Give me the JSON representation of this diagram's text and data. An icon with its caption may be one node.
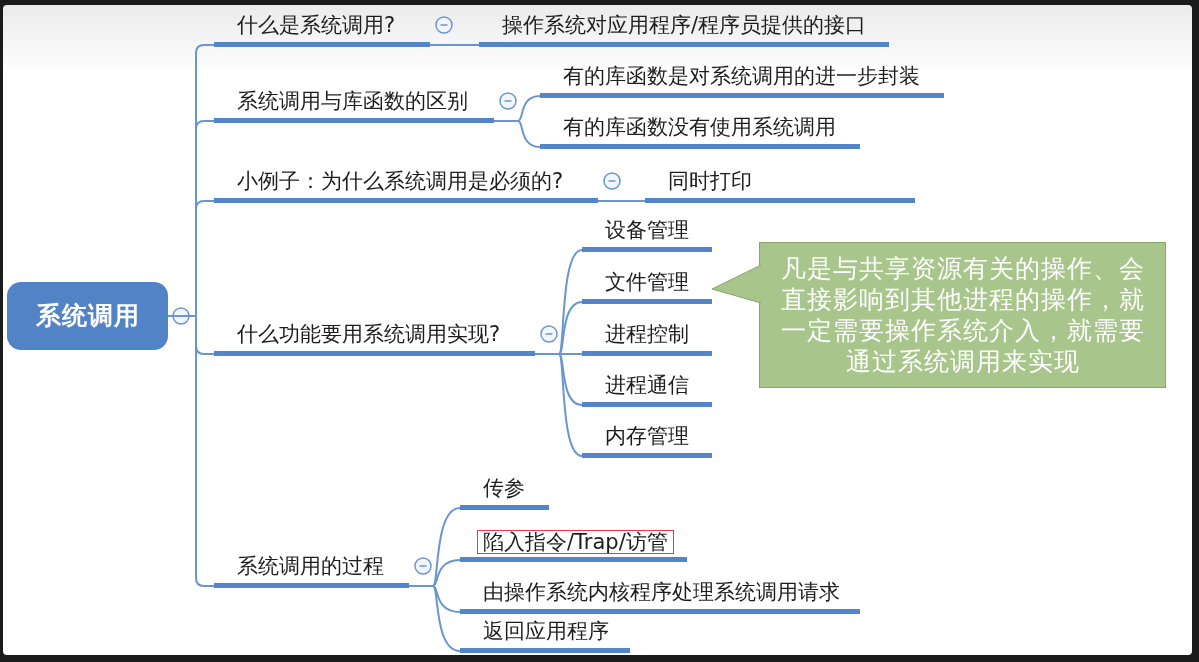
{
  "diagram": {
    "nodes": [
      {
        "text": [
          "系统调用"
        ]
      },
      {
        "text": [
          "什么是系统调用?"
        ]
      },
      {
        "text": [
          "操作系统对应用程序/程序员提供的接口"
        ]
      },
      {
        "text": [
          "系统调用与库函数的区别"
        ]
      },
      {
        "text": [
          "有的库函数是对系统调用的进一步封装"
        ]
      },
      {
        "text": [
          "有的库函数没有使用系统调用"
        ]
      },
      {
        "text": [
          "小例子：为什么系统调用是必须的?"
        ]
      },
      {
        "text": [
          "同时打印"
        ]
      },
      {
        "text": [
          "什么功能要用系统调用实现?"
        ]
      },
      {
        "text": [
          "设备管理"
        ]
      },
      {
        "text": [
          "文件管理"
        ]
      },
      {
        "text": [
          "进程控制"
        ]
      },
      {
        "text": [
          "进程通信"
        ]
      },
      {
        "text": [
          "内存管理"
        ]
      },
      {
        "text": [
          "凡是与共享资源有关的操作、会直接影响到其他进程的操作，就一定需要操作系统介入，就需要通过系统调用来实现"
        ]
      },
      {
        "text": [
          "系统调用的过程"
        ]
      },
      {
        "text": [
          "传参"
        ]
      },
      {
        "text": [
          "陷入指令/Trap/访管"
        ]
      },
      {
        "text": [
          "由操作系统内核程序处理系统调用请求"
        ]
      },
      {
        "text": [
          "返回应用程序"
        ]
      }
    ],
    "edges": [
      {
        "from": 0,
        "to": 1,
        "arrow": "none"
      },
      {
        "from": 0,
        "to": 3,
        "arrow": "none"
      },
      {
        "from": 0,
        "to": 6,
        "arrow": "none"
      },
      {
        "from": 0,
        "to": 8,
        "arrow": "none"
      },
      {
        "from": 0,
        "to": 15,
        "arrow": "none"
      },
      {
        "from": 1,
        "to": 2,
        "arrow": "none"
      },
      {
        "from": 3,
        "to": 4,
        "arrow": "none"
      },
      {
        "from": 3,
        "to": 5,
        "arrow": "none"
      },
      {
        "from": 6,
        "to": 7,
        "arrow": "none"
      },
      {
        "from": 8,
        "to": 9,
        "arrow": "none"
      },
      {
        "from": 8,
        "to": 10,
        "arrow": "none"
      },
      {
        "from": 8,
        "to": 11,
        "arrow": "none"
      },
      {
        "from": 8,
        "to": 12,
        "arrow": "none"
      },
      {
        "from": 8,
        "to": 13,
        "arrow": "none"
      },
      {
        "from": 14,
        "to": 10,
        "arrow": "to",
        "color": "#a8c68c"
      },
      {
        "from": 15,
        "to": 16,
        "arrow": "none"
      },
      {
        "from": 15,
        "to": 17,
        "arrow": "none"
      },
      {
        "from": 15,
        "to": 18,
        "arrow": "none"
      },
      {
        "from": 15,
        "to": 19,
        "arrow": "none"
      }
    ]
  }
}
